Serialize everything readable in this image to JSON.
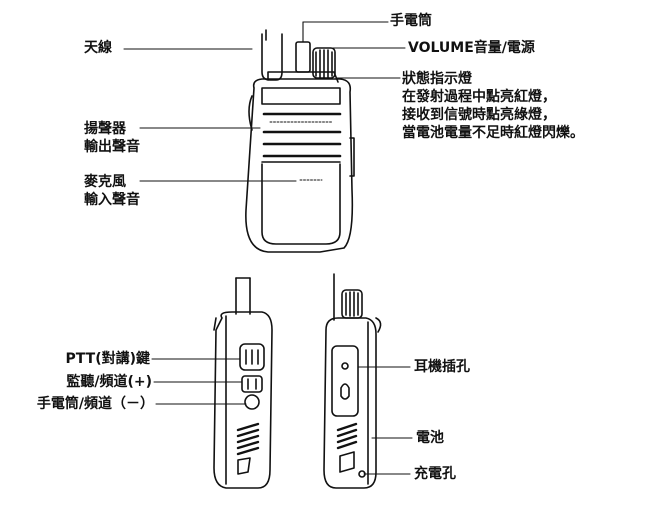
{
  "labels": {
    "flashlight": "手電筒",
    "antenna": "天線",
    "volume_power": "VOLUME音量/電源",
    "status_light": {
      "title": "狀態指示燈",
      "lines": [
        "在發射過程中點亮紅燈，",
        "接收到信號時點亮綠燈，",
        "當電池電量不足時紅燈閃爍。"
      ]
    },
    "speaker": [
      "揚聲器",
      "輸出聲音"
    ],
    "microphone": [
      "麥克風",
      "輸入聲音"
    ],
    "ptt": "PTT(對講)鍵",
    "monitor_channel_up": "監聽/頻道(+)",
    "flashlight_channel_down": "手電筒/頻道（－）",
    "earphone_jack": "耳機插孔",
    "battery": "電池",
    "charging_port": "充電孔"
  }
}
